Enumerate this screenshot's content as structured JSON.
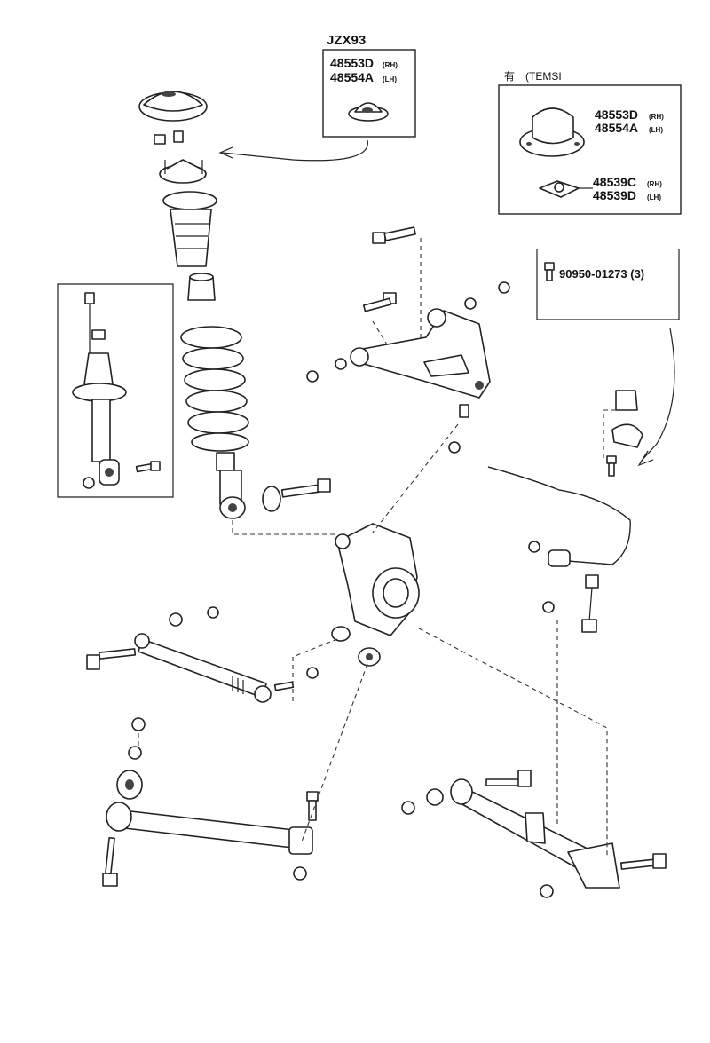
{
  "callouts": {
    "jzx93": {
      "model": "JZX93",
      "part_rh_number": "48553D",
      "part_rh_side": "(RH)",
      "part_lh_number": "48554A",
      "part_lh_side": "(LH)"
    },
    "temsi": {
      "header": "有　(TEMSI",
      "part1_rh_number": "48553D",
      "part1_rh_side": "(RH)",
      "part1_lh_number": "48554A",
      "part1_lh_side": "(LH)",
      "part2_rh_number": "48539C",
      "part2_rh_side": "(RH)",
      "part2_lh_number": "48539D",
      "part2_lh_side": "(LH)"
    },
    "bolt_note": {
      "text": "90950-01273 (3)"
    }
  }
}
